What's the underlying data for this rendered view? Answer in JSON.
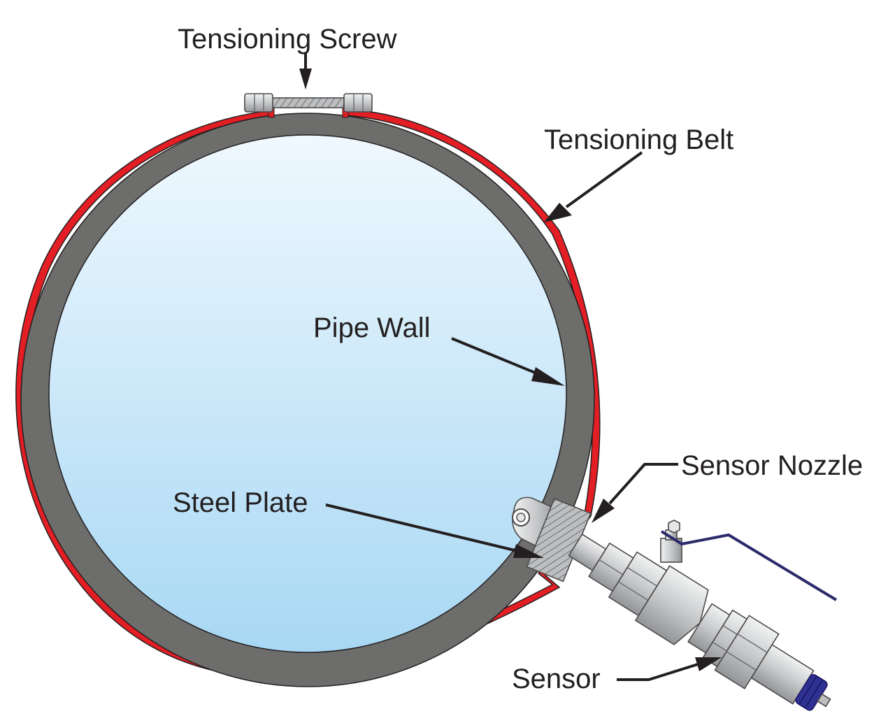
{
  "labels": {
    "tensioning_screw": "Tensioning Screw",
    "tensioning_belt": "Tensioning Belt",
    "pipe_wall": "Pipe Wall",
    "sensor_nozzle": "Sensor Nozzle",
    "steel_plate": "Steel Plate",
    "sensor": "Sensor"
  },
  "colors": {
    "belt": "#e31e24",
    "pipe_wall": "#6d6e6c",
    "pipe_interior_top": "#eff8fe",
    "pipe_interior_bottom": "#a8d8f4",
    "metal_light": "#e6e7e8",
    "metal_mid": "#bcbec0",
    "metal_dark": "#8a8c8e",
    "sensor_cap": "#2e3192",
    "cable": "#2b2a6b",
    "text": "#231f20"
  }
}
